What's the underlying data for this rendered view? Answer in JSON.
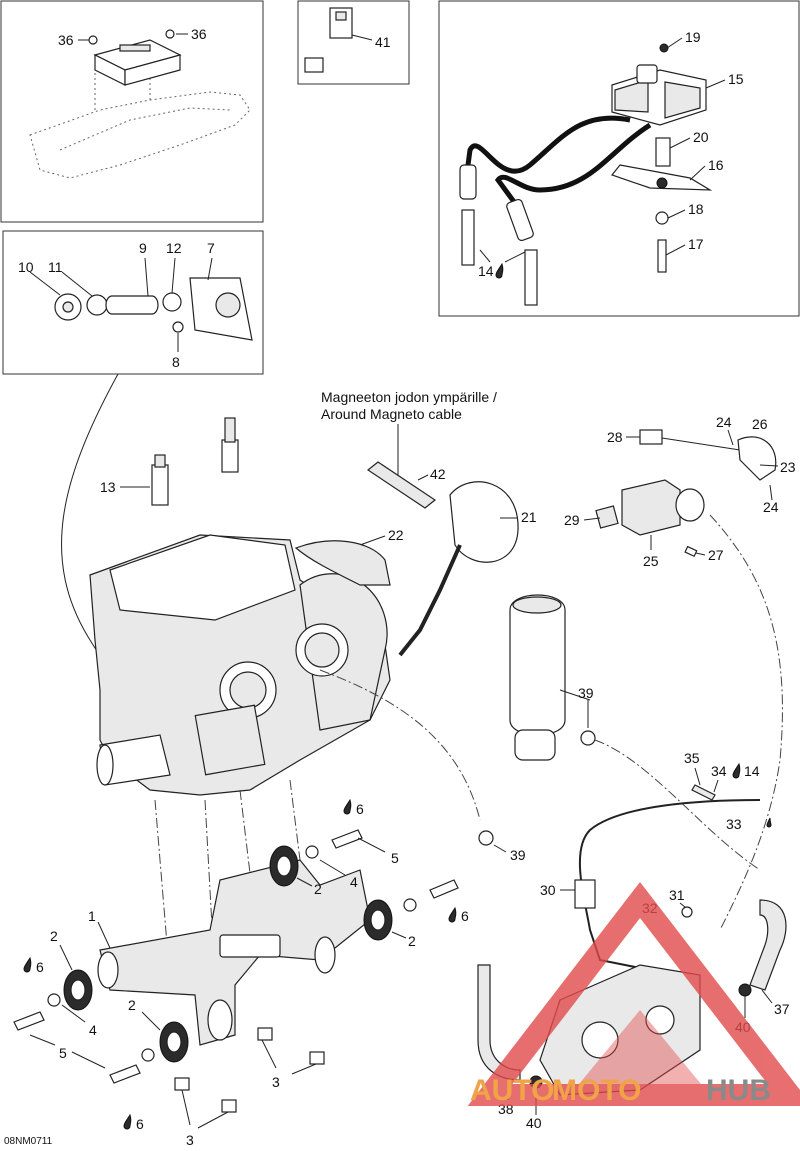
{
  "diagram": {
    "code": "08NM0711",
    "annotation_fi": "Magneeton jodon ympärille /",
    "annotation_en": "Around Magneto cable",
    "watermark": {
      "part1": "AUTO",
      "part2": "MOTO",
      "part3": "HUB"
    },
    "callouts": {
      "c1": "1",
      "c2a": "2",
      "c2b": "2",
      "c2c": "2",
      "c2d": "2",
      "c3a": "3",
      "c3b": "3",
      "c4a": "4",
      "c4b": "4",
      "c5a": "5",
      "c5b": "5",
      "c6a": "6",
      "c6b": "6",
      "c6c": "6",
      "c6d": "6",
      "c7": "7",
      "c8": "8",
      "c9": "9",
      "c10": "10",
      "c11": "11",
      "c12": "12",
      "c13": "13",
      "c14a": "14",
      "c14b": "14",
      "c15": "15",
      "c16": "16",
      "c17": "17",
      "c18": "18",
      "c19": "19",
      "c20": "20",
      "c21": "21",
      "c22": "22",
      "c23": "23",
      "c24a": "24",
      "c24b": "24",
      "c25": "25",
      "c26": "26",
      "c27": "27",
      "c28": "28",
      "c29": "29",
      "c30": "30",
      "c31": "31",
      "c32": "32",
      "c33": "33",
      "c34": "34",
      "c35": "35",
      "c36a": "36",
      "c36b": "36",
      "c37": "37",
      "c38": "38",
      "c39a": "39",
      "c39b": "39",
      "c40a": "40",
      "c40b": "40",
      "c41": "41",
      "c42": "42"
    }
  }
}
